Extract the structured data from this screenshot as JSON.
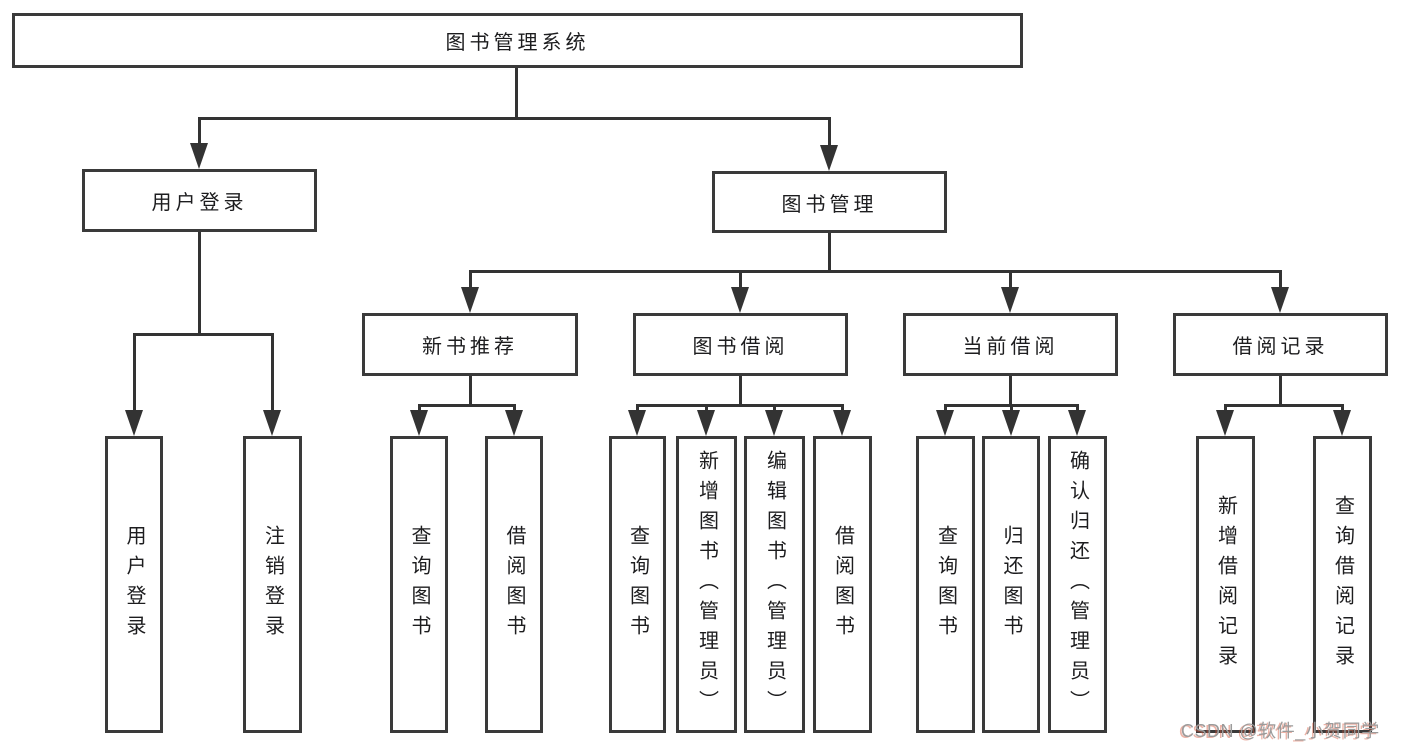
{
  "tree": {
    "root": "图书管理系统",
    "branches": [
      {
        "label": "用户登录",
        "children": [
          "用户登录",
          "注销登录"
        ]
      },
      {
        "label": "图书管理",
        "groups": [
          {
            "label": "新书推荐",
            "children": [
              "查询图书",
              "借阅图书"
            ]
          },
          {
            "label": "图书借阅",
            "children": [
              "查询图书",
              "新增图书（管理员）",
              "编辑图书（管理员）",
              "借阅图书"
            ]
          },
          {
            "label": "当前借阅",
            "children": [
              "查询图书",
              "归还图书",
              "确认归还（管理员）"
            ]
          },
          {
            "label": "借阅记录",
            "children": [
              "新增借阅记录",
              "查询借阅记录"
            ]
          }
        ]
      }
    ]
  },
  "watermark": {
    "text": "CSDN @软件_小贺同学"
  },
  "colors": {
    "background": "#ffffff",
    "box_border": "#3a3a3a",
    "connector_line": "#333333",
    "text": "#1d1d1f",
    "watermark_gray": "#9b9b9b",
    "watermark_accent": "#d5573c"
  }
}
